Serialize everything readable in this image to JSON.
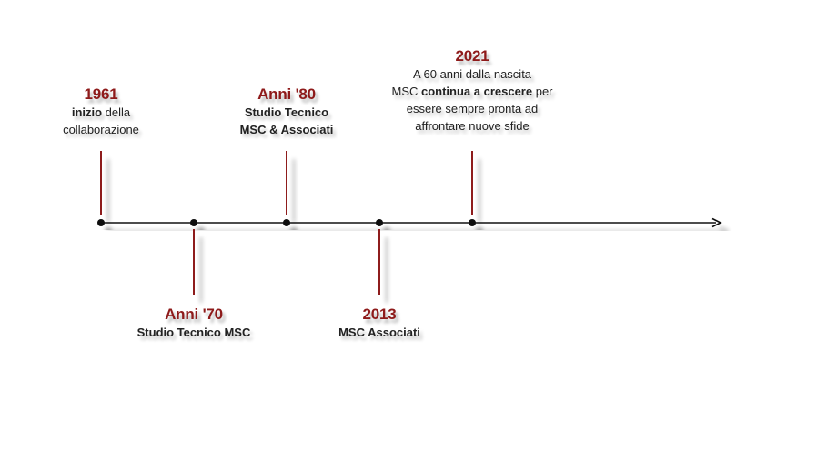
{
  "colors": {
    "accent": "#8e1a1a",
    "axis": "#111111",
    "text": "#222222"
  },
  "events": [
    {
      "id": "1961",
      "year": "1961",
      "lines": [
        [
          {
            "text": "inizio",
            "bold": true
          },
          {
            "text": " della",
            "bold": false
          }
        ],
        [
          {
            "text": "collaborazione",
            "bold": false
          }
        ]
      ]
    },
    {
      "id": "anni-70",
      "year": "Anni '70",
      "lines": [
        [
          {
            "text": "Studio Tecnico MSC",
            "bold": true
          }
        ]
      ]
    },
    {
      "id": "anni-80",
      "year": "Anni '80",
      "lines": [
        [
          {
            "text": "Studio Tecnico",
            "bold": true
          }
        ],
        [
          {
            "text": "MSC & Associati",
            "bold": true
          }
        ]
      ]
    },
    {
      "id": "2013",
      "year": "2013",
      "lines": [
        [
          {
            "text": "MSC Associati",
            "bold": true
          }
        ]
      ]
    },
    {
      "id": "2021",
      "year": "2021",
      "lines": [
        [
          {
            "text": "A 60 anni dalla nascita",
            "bold": false
          }
        ],
        [
          {
            "text": "MSC ",
            "bold": false
          },
          {
            "text": "continua a crescere",
            "bold": true
          },
          {
            "text": " per",
            "bold": false
          }
        ],
        [
          {
            "text": "essere sempre pronta ad",
            "bold": false
          }
        ],
        [
          {
            "text": "affrontare nuove sfide",
            "bold": false
          }
        ]
      ]
    }
  ]
}
